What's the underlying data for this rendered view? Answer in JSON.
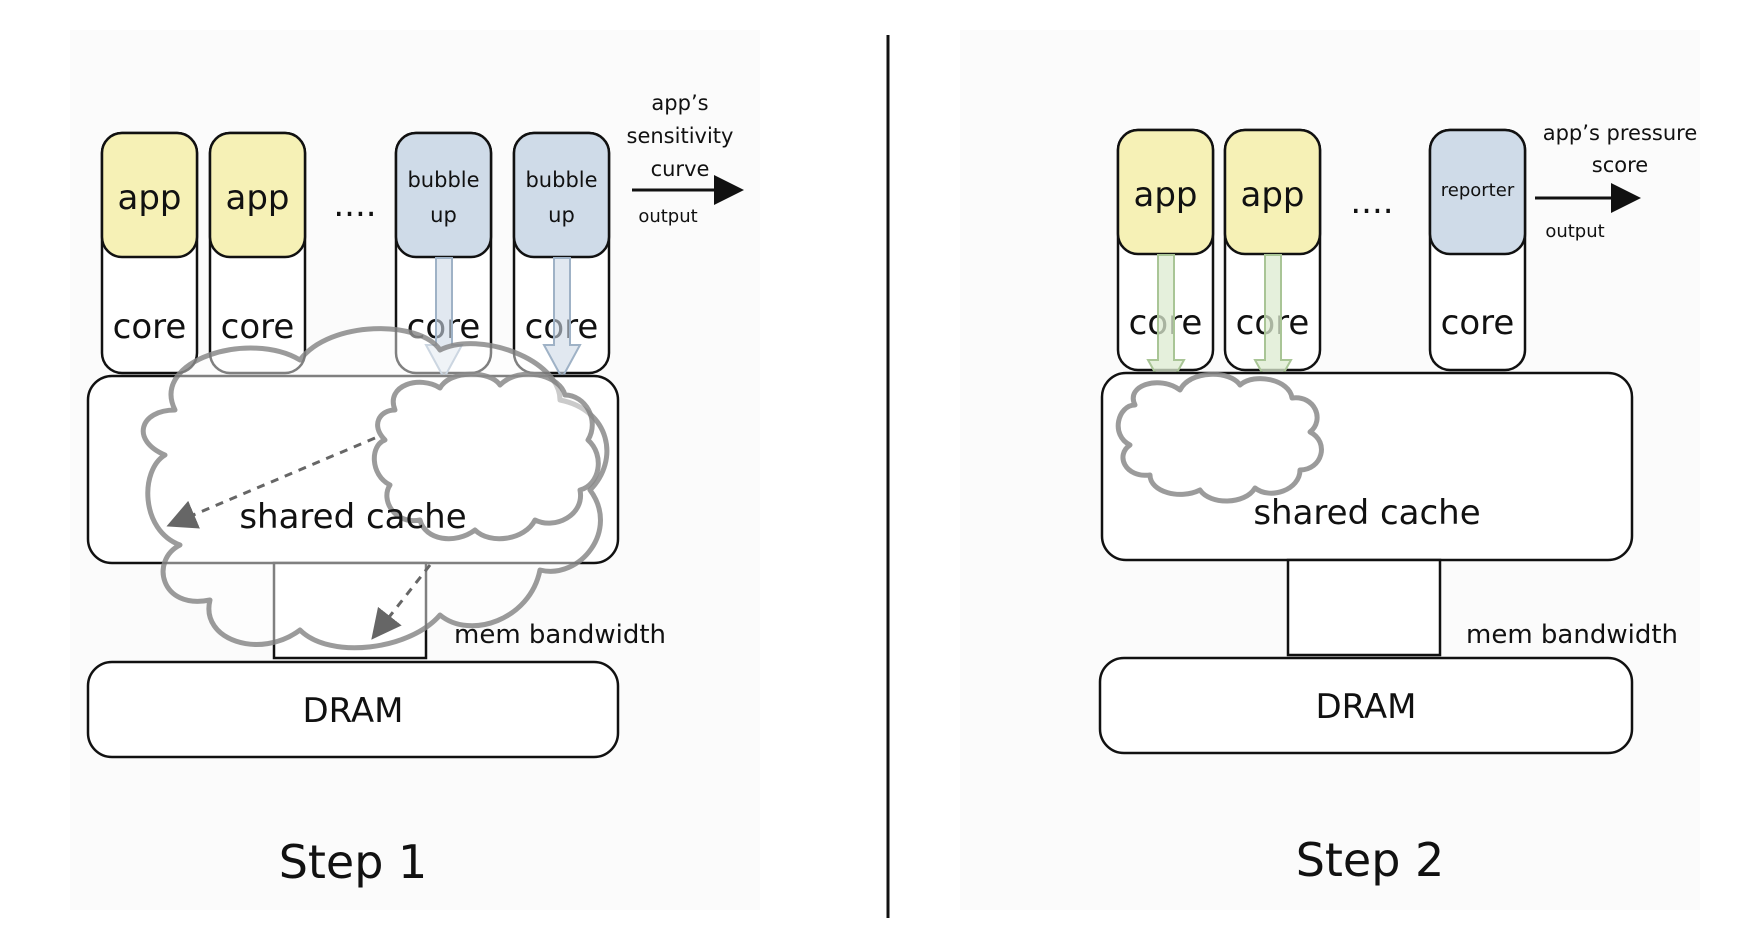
{
  "step1": {
    "app1": "app",
    "app2": "app",
    "dots": "....",
    "bubble1": [
      "bubble",
      "up"
    ],
    "bubble2": [
      "bubble",
      "up"
    ],
    "core": "core",
    "out_label": [
      "app’s",
      "sensitivity",
      "curve"
    ],
    "output": "output",
    "cache": "shared cache",
    "bandwidth": "mem bandwidth",
    "dram": "DRAM",
    "title": "Step 1"
  },
  "step2": {
    "app1": "app",
    "app2": "app",
    "dots": "....",
    "reporter": "reporter",
    "core": "core",
    "out_label": [
      "app’s pressure",
      "score"
    ],
    "output": "output",
    "cache": "shared cache",
    "bandwidth": "mem bandwidth",
    "dram": "DRAM",
    "title": "Step 2"
  },
  "colors": {
    "app": "#f6f1b6",
    "bubble": "#cfdbe8",
    "cloud": "#8a8a8a",
    "arrow_blue": "#cdd9e6",
    "arrow_green": "#dcebd0"
  }
}
